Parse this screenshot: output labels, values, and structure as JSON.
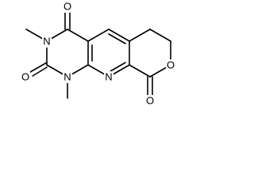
{
  "structure": {
    "atom_labels": [
      {
        "id": "o_c4",
        "text": "O"
      },
      {
        "id": "n3",
        "text": "N"
      },
      {
        "id": "o_c2",
        "text": "O"
      },
      {
        "id": "n1",
        "text": "N"
      },
      {
        "id": "n8",
        "text": "N"
      },
      {
        "id": "o_ring",
        "text": "O"
      },
      {
        "id": "o_c9",
        "text": "O"
      }
    ]
  }
}
